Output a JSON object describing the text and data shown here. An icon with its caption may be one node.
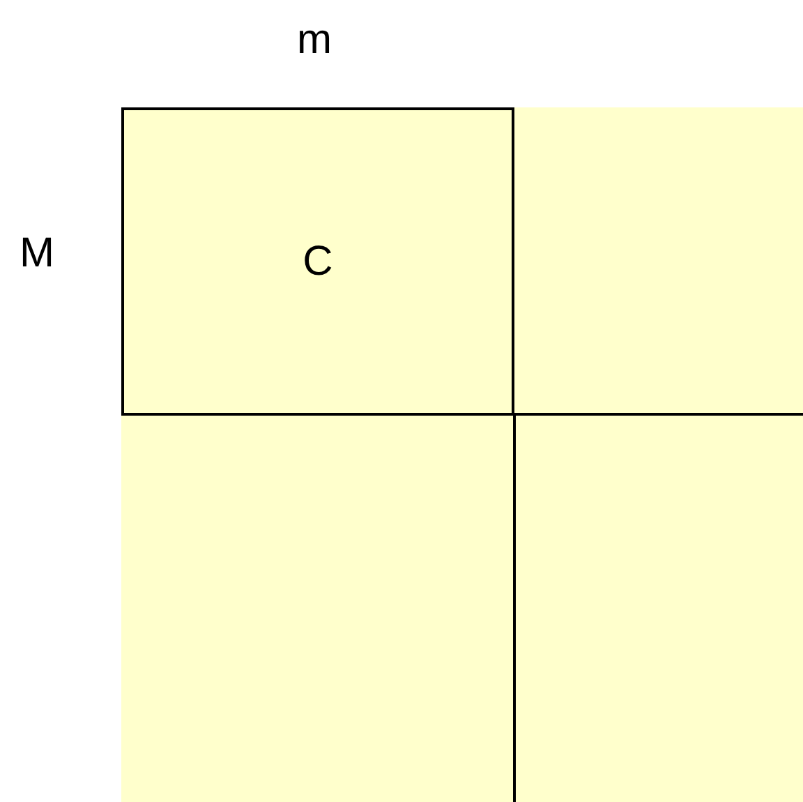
{
  "diagram": {
    "nodes": [
      {
        "text": [
          "C"
        ]
      },
      {
        "text": [],
        "shape": "box"
      },
      {
        "text": [],
        "shape": "box"
      },
      {
        "text": [],
        "shape": "box"
      }
    ],
    "labels": [
      "m",
      "M"
    ]
  }
}
